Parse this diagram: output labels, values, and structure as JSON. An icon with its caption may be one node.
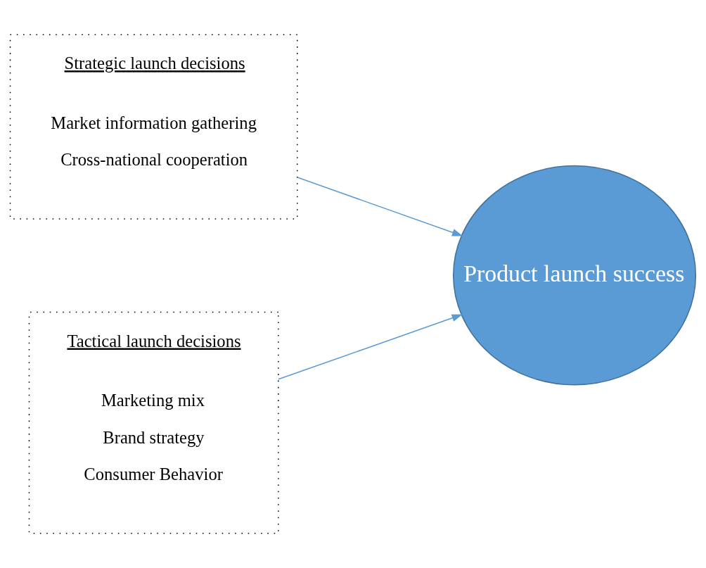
{
  "diagram": {
    "nodes": [
      {
        "text": [
          "Strategic launch decisions",
          "Market information gathering",
          "Cross-national cooperation"
        ]
      },
      {
        "text": [
          "Tactical launch decisions",
          "Marketing mix",
          "Brand strategy",
          "Consumer Behavior"
        ]
      },
      {
        "text": [
          "Product launch success"
        ]
      }
    ],
    "edges": [
      {
        "from": 0,
        "to": 2,
        "arrow": "to"
      },
      {
        "from": 1,
        "to": 2,
        "arrow": "to"
      }
    ]
  }
}
